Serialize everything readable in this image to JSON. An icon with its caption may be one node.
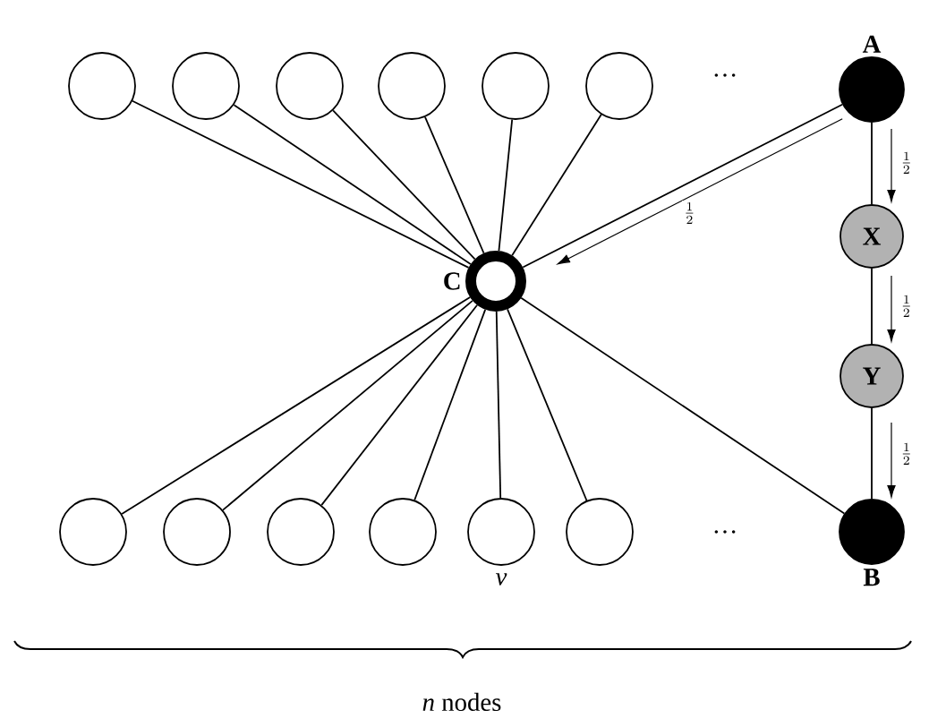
{
  "diagram": {
    "nodes": [
      {
        "text": [],
        "shape": "circle"
      },
      {
        "text": [],
        "shape": "circle"
      },
      {
        "text": [],
        "shape": "circle"
      },
      {
        "text": [],
        "shape": "circle"
      },
      {
        "text": [],
        "shape": "circle"
      },
      {
        "text": [],
        "shape": "circle"
      },
      {
        "text": [
          "A"
        ]
      },
      {
        "text": [
          "C"
        ]
      },
      {
        "text": [
          "X"
        ]
      },
      {
        "text": [
          "Y"
        ]
      },
      {
        "text": [],
        "shape": "circle"
      },
      {
        "text": [],
        "shape": "circle"
      },
      {
        "text": [],
        "shape": "circle"
      },
      {
        "text": [],
        "shape": "circle"
      },
      {
        "text": [],
        "shape": "circle",
        "beside": [
          "v"
        ]
      },
      {
        "text": [],
        "shape": "circle"
      },
      {
        "text": [
          "B"
        ]
      }
    ],
    "edges": [
      {
        "from": 0,
        "to": 7,
        "arrow": "none"
      },
      {
        "from": 1,
        "to": 7,
        "arrow": "none"
      },
      {
        "from": 2,
        "to": 7,
        "arrow": "none"
      },
      {
        "from": 3,
        "to": 7,
        "arrow": "none"
      },
      {
        "from": 4,
        "to": 7,
        "arrow": "none"
      },
      {
        "from": 5,
        "to": 7,
        "arrow": "none"
      },
      {
        "from": 6,
        "to": 7,
        "arrow": "none"
      },
      {
        "from": 6,
        "to": 7,
        "arrow": "to",
        "label": "\\frac{1}{2}"
      },
      {
        "from": 6,
        "to": 8,
        "arrow": "none"
      },
      {
        "from": 6,
        "to": 8,
        "arrow": "to",
        "label": "\\frac{1}{2}"
      },
      {
        "from": 8,
        "to": 9,
        "arrow": "none"
      },
      {
        "from": 8,
        "to": 9,
        "arrow": "to",
        "label": "\\frac{1}{2}"
      },
      {
        "from": 9,
        "to": 16,
        "arrow": "none"
      },
      {
        "from": 9,
        "to": 16,
        "arrow": "to",
        "label": "\\frac{1}{2}"
      },
      {
        "from": 10,
        "to": 7,
        "arrow": "none"
      },
      {
        "from": 11,
        "to": 7,
        "arrow": "none"
      },
      {
        "from": 12,
        "to": 7,
        "arrow": "none"
      },
      {
        "from": 13,
        "to": 7,
        "arrow": "none"
      },
      {
        "from": 14,
        "to": 7,
        "arrow": "none"
      },
      {
        "from": 15,
        "to": 7,
        "arrow": "none"
      },
      {
        "from": 16,
        "to": 7,
        "arrow": "none"
      }
    ],
    "labels": [
      "…",
      "…",
      "*n* nodes"
    ]
  }
}
